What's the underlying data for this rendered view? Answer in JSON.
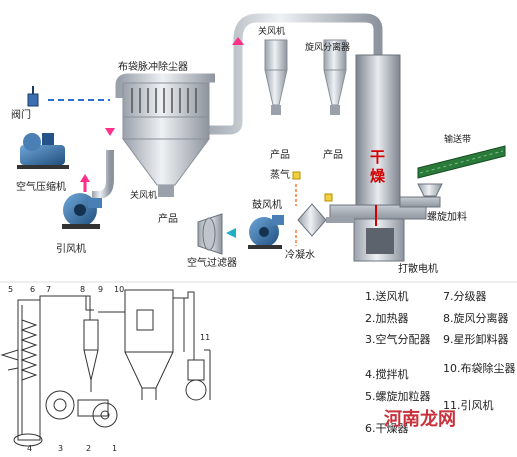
{
  "top_labels": {
    "baghouse": "布袋脉冲除尘器",
    "valve": "阀门",
    "compressor": "空气压缩机",
    "induced_fan": "引风机",
    "airlock_left": "关风机",
    "product_left": "产品",
    "air_filter": "空气过滤器",
    "blower": "鼓风机",
    "steam": "蒸气",
    "condensate": "冷凝水",
    "airlock_top": "关风机",
    "cyclone": "旋风分离器",
    "product_a": "产品",
    "product_b": "产品",
    "conveyor": "输送带",
    "screw_feeder": "螺旋加料",
    "disperser_motor": "打散电机",
    "dry_char_1": "干",
    "dry_char_2": "燥"
  },
  "numbers": [
    "1",
    "2",
    "3",
    "4",
    "5",
    "6",
    "7",
    "8",
    "9",
    "10",
    "11"
  ],
  "legend": {
    "items": [
      {
        "no": "1.",
        "text": "送风机"
      },
      {
        "no": "2.",
        "text": "加热器"
      },
      {
        "no": "3.",
        "text": "空气分配器"
      },
      {
        "no": "4.",
        "text": "搅拌机"
      },
      {
        "no": "5.",
        "text": "螺旋加粒器"
      },
      {
        "no": "6.",
        "text": "干燥器"
      },
      {
        "no": "7.",
        "text": "分级器"
      },
      {
        "no": "8.",
        "text": "旋风分离器"
      },
      {
        "no": "9.",
        "text": "星形卸料器"
      },
      {
        "no": "10.",
        "text": "布袋除尘器"
      },
      {
        "no": "11.",
        "text": "引风机"
      }
    ]
  },
  "watermark": {
    "brand": "河南龙网",
    "char": "网"
  },
  "colors": {
    "pipe": "#c9ced6",
    "accent_red": "#d40000",
    "arrow": "#ff2f8a",
    "conveyor": "#2a7a3a",
    "blue_water": "#2f6fd0"
  }
}
